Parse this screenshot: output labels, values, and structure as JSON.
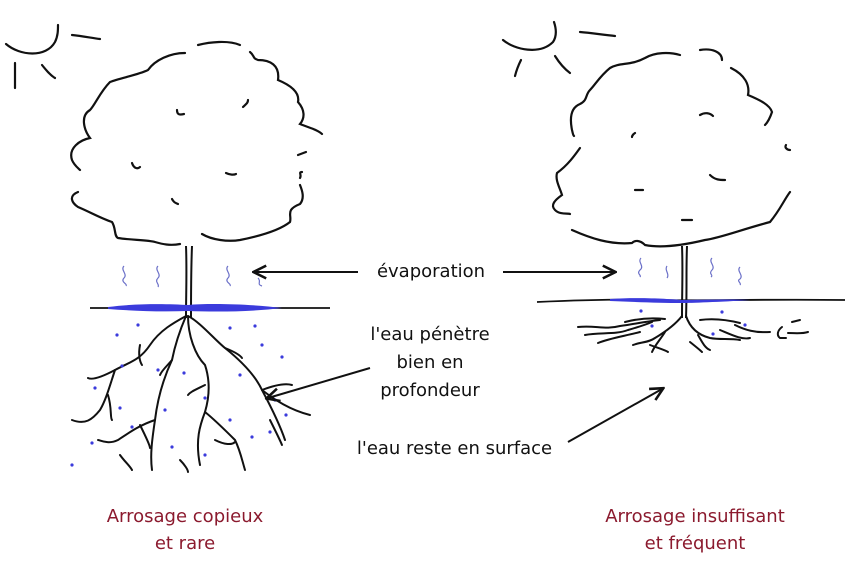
{
  "diagram": {
    "colors": {
      "ink": "#111111",
      "water": "#3b3bdc",
      "vapor": "#6b70c8",
      "caption": "#8b1a2e",
      "background": "#ffffff"
    },
    "labels": {
      "evaporation": "évaporation",
      "deep_line1": "l'eau pénètre",
      "deep_line2": "bien en",
      "deep_line3": "profondeur",
      "surface": "l'eau reste en surface"
    },
    "panels": [
      {
        "id": "left",
        "caption_line1": "Arrosage copieux",
        "caption_line2": "et rare",
        "roots": "deep",
        "water_layer": "thick"
      },
      {
        "id": "right",
        "caption_line1": "Arrosage insuffisant",
        "caption_line2": "et fréquent",
        "roots": "shallow",
        "water_layer": "thin"
      }
    ]
  }
}
